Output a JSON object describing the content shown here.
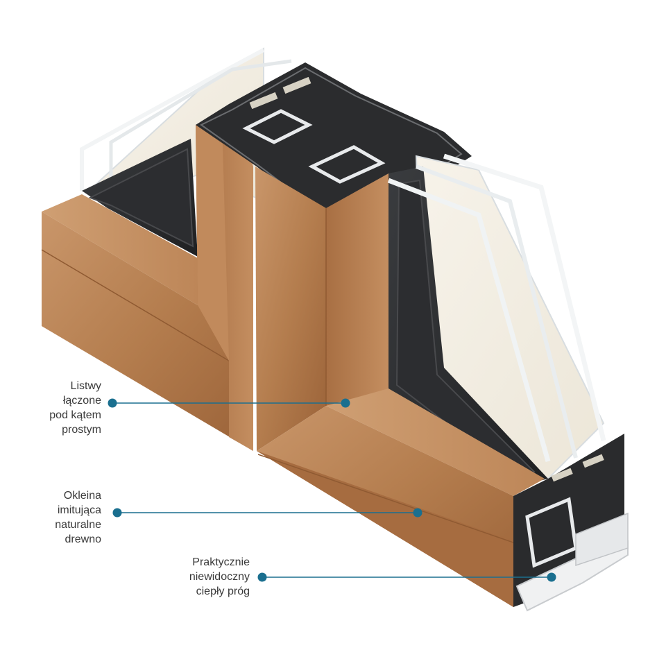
{
  "callouts": [
    {
      "lines": [
        "Listwy",
        "łączone",
        "pod kątem",
        "prostym"
      ]
    },
    {
      "lines": [
        "Okleina",
        "imitująca",
        "naturalne",
        "drewno"
      ]
    },
    {
      "lines": [
        "Praktycznie",
        "niewidoczny",
        "ciepły próg"
      ]
    }
  ],
  "colors": {
    "callout_accent": "#1a6f8f",
    "wood_light": "#c99666",
    "wood_mid": "#b27a4c",
    "wood_dark": "#8d5a33",
    "profile_dark": "#2a2b2d",
    "glass_edge": "#e9eef0"
  }
}
